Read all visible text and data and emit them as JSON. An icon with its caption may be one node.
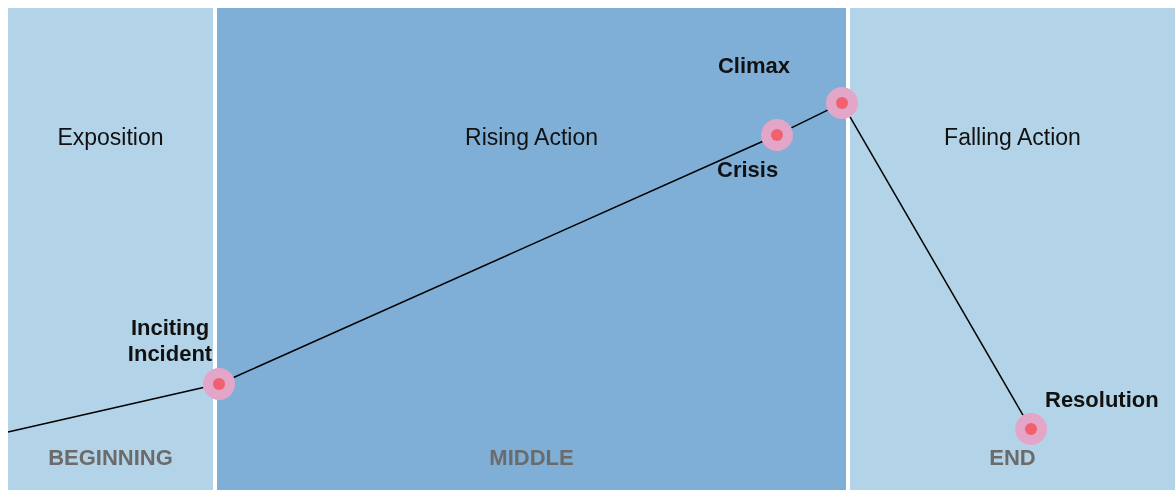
{
  "diagram": {
    "nodes": [
      {
        "text": [
          "Exposition",
          "BEGINNING"
        ]
      },
      {
        "text": [
          "Rising Action",
          "MIDDLE"
        ]
      },
      {
        "text": [
          "Falling Action",
          "END"
        ]
      },
      {
        "text": [],
        "shape": "circle",
        "beside": [
          "Inciting Incident"
        ]
      },
      {
        "text": [],
        "shape": "circle",
        "beside": [
          "Crisis"
        ],
        "in": 1
      },
      {
        "text": [],
        "shape": "circle",
        "beside": [
          "Climax"
        ]
      },
      {
        "text": [],
        "shape": "circle",
        "beside": [
          "Resolution"
        ],
        "in": 2
      }
    ],
    "edges": [
      {
        "from": 0,
        "to": 3,
        "arrow": "none"
      },
      {
        "from": 3,
        "to": 4,
        "arrow": "none"
      },
      {
        "from": 4,
        "to": 5,
        "arrow": "none"
      },
      {
        "from": 5,
        "to": 6,
        "arrow": "none"
      }
    ]
  }
}
